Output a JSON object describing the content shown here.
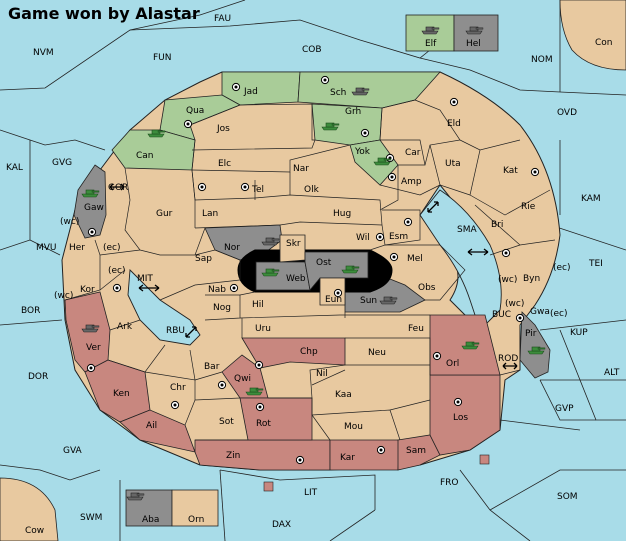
{
  "title": "Game won by Alastar",
  "colors": {
    "sea": "#a8dce8",
    "land": "#e8c9a0",
    "green": "#a9cc98",
    "red": "#c8877f",
    "gray": "#8e8e8e",
    "black": "#000000"
  },
  "labels": [
    {
      "id": "FAU",
      "text": "FAU"
    },
    {
      "id": "NVM",
      "text": "NVM"
    },
    {
      "id": "FUN",
      "text": "FUN"
    },
    {
      "id": "COB",
      "text": "COB"
    },
    {
      "id": "NOM",
      "text": "NOM"
    },
    {
      "id": "Con",
      "text": "Con"
    },
    {
      "id": "Elf",
      "text": "Elf"
    },
    {
      "id": "Hel",
      "text": "Hel"
    },
    {
      "id": "OVD",
      "text": "OVD"
    },
    {
      "id": "KAL",
      "text": "KAL"
    },
    {
      "id": "GVG",
      "text": "GVG"
    },
    {
      "id": "GOR",
      "text": "GOR"
    },
    {
      "id": "KAM",
      "text": "KAM"
    },
    {
      "id": "TEI",
      "text": "TEI"
    },
    {
      "id": "MVU",
      "text": "MVU"
    },
    {
      "id": "MIT",
      "text": "MIT"
    },
    {
      "id": "SMA",
      "text": "SMA"
    },
    {
      "id": "BOR",
      "text": "BOR"
    },
    {
      "id": "RBU",
      "text": "RBU"
    },
    {
      "id": "BUC",
      "text": "BUC"
    },
    {
      "id": "KUP",
      "text": "KUP"
    },
    {
      "id": "DOR",
      "text": "DOR"
    },
    {
      "id": "ROD",
      "text": "ROD"
    },
    {
      "id": "ALT",
      "text": "ALT"
    },
    {
      "id": "GVP",
      "text": "GVP"
    },
    {
      "id": "GVA",
      "text": "GVA"
    },
    {
      "id": "FRO",
      "text": "FRO"
    },
    {
      "id": "LIT",
      "text": "LIT"
    },
    {
      "id": "SOM",
      "text": "SOM"
    },
    {
      "id": "SWM",
      "text": "SWM"
    },
    {
      "id": "DAX",
      "text": "DAX"
    },
    {
      "id": "Cow",
      "text": "Cow"
    },
    {
      "id": "Aba",
      "text": "Aba"
    },
    {
      "id": "Orn",
      "text": "Orn"
    },
    {
      "id": "Jad",
      "text": "Jad"
    },
    {
      "id": "Sch",
      "text": "Sch"
    },
    {
      "id": "Qua",
      "text": "Qua"
    },
    {
      "id": "Jos",
      "text": "Jos"
    },
    {
      "id": "Grh",
      "text": "Grh"
    },
    {
      "id": "Can",
      "text": "Can"
    },
    {
      "id": "Eld",
      "text": "Eld"
    },
    {
      "id": "Car",
      "text": "Car"
    },
    {
      "id": "Yok",
      "text": "Yok"
    },
    {
      "id": "Elc",
      "text": "Elc"
    },
    {
      "id": "Nar",
      "text": "Nar"
    },
    {
      "id": "Uta",
      "text": "Uta"
    },
    {
      "id": "Tel",
      "text": "Tel"
    },
    {
      "id": "Olk",
      "text": "Olk"
    },
    {
      "id": "Amp",
      "text": "Amp"
    },
    {
      "id": "Kat",
      "text": "Kat"
    },
    {
      "id": "Gaw",
      "text": "Gaw"
    },
    {
      "id": "Gur",
      "text": "Gur"
    },
    {
      "id": "Lan",
      "text": "Lan"
    },
    {
      "id": "Hug",
      "text": "Hug"
    },
    {
      "id": "Rie",
      "text": "Rie"
    },
    {
      "id": "Bri",
      "text": "Bri"
    },
    {
      "id": "wc1",
      "text": "(wc)"
    },
    {
      "id": "Wil",
      "text": "Wil"
    },
    {
      "id": "Esm",
      "text": "Esm"
    },
    {
      "id": "Her",
      "text": "Her"
    },
    {
      "id": "ec1",
      "text": "(ec)"
    },
    {
      "id": "Nor",
      "text": "Nor"
    },
    {
      "id": "Skr",
      "text": "Skr"
    },
    {
      "id": "Sap",
      "text": "Sap"
    },
    {
      "id": "Ost",
      "text": "Ost"
    },
    {
      "id": "Mel",
      "text": "Mel"
    },
    {
      "id": "ec2",
      "text": "(ec)"
    },
    {
      "id": "wc2",
      "text": "(wc)"
    },
    {
      "id": "Byn",
      "text": "Byn"
    },
    {
      "id": "ec3",
      "text": "(ec)"
    },
    {
      "id": "Web",
      "text": "Web"
    },
    {
      "id": "Kor",
      "text": "Kor"
    },
    {
      "id": "wc3",
      "text": "(wc)"
    },
    {
      "id": "Nab",
      "text": "Nab"
    },
    {
      "id": "Obs",
      "text": "Obs"
    },
    {
      "id": "Eun",
      "text": "Eun"
    },
    {
      "id": "Sun",
      "text": "Sun"
    },
    {
      "id": "wc4",
      "text": "(wc)"
    },
    {
      "id": "Gwa",
      "text": "Gwa"
    },
    {
      "id": "ec4",
      "text": "(ec)"
    },
    {
      "id": "Hil",
      "text": "Hil"
    },
    {
      "id": "Nog",
      "text": "Nog"
    },
    {
      "id": "Ark",
      "text": "Ark"
    },
    {
      "id": "Uru",
      "text": "Uru"
    },
    {
      "id": "Feu",
      "text": "Feu"
    },
    {
      "id": "Pir",
      "text": "Pir"
    },
    {
      "id": "Ver",
      "text": "Ver"
    },
    {
      "id": "Chp",
      "text": "Chp"
    },
    {
      "id": "Neu",
      "text": "Neu"
    },
    {
      "id": "Orl",
      "text": "Orl"
    },
    {
      "id": "Bar",
      "text": "Bar"
    },
    {
      "id": "Qwi",
      "text": "Qwi"
    },
    {
      "id": "Nil",
      "text": "Nil"
    },
    {
      "id": "Chr",
      "text": "Chr"
    },
    {
      "id": "Ken",
      "text": "Ken"
    },
    {
      "id": "Kaa",
      "text": "Kaa"
    },
    {
      "id": "Rot",
      "text": "Rot"
    },
    {
      "id": "Los",
      "text": "Los"
    },
    {
      "id": "Sot",
      "text": "Sot"
    },
    {
      "id": "Ail",
      "text": "Ail"
    },
    {
      "id": "Mou",
      "text": "Mou"
    },
    {
      "id": "Zin",
      "text": "Zin"
    },
    {
      "id": "Kar",
      "text": "Kar"
    },
    {
      "id": "Sam",
      "text": "Sam"
    }
  ],
  "icons": {
    "army": "army-icon",
    "supply_center": "supply-center-icon",
    "arrow": "double-arrow-icon"
  }
}
